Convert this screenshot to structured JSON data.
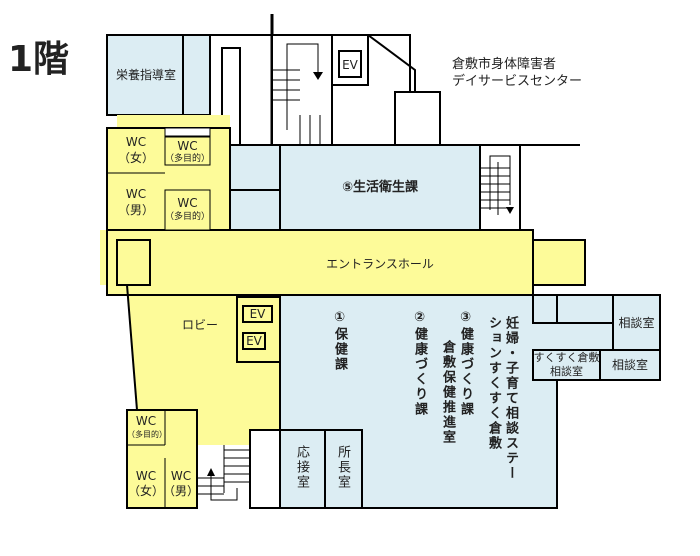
{
  "floor_label": "1階",
  "building_label": [
    "倉敷市身体障害者",
    "デイサービスセンター"
  ],
  "colors": {
    "office": "#dcedf3",
    "public": "#fdfb99",
    "line": "#000000"
  },
  "rooms": {
    "nutrition": "栄養指導室",
    "ev_top": "EV",
    "wc_f": [
      "WC",
      "（女）"
    ],
    "wc_multi1": [
      "WC",
      "（多目的）"
    ],
    "wc_m": [
      "WC",
      "（男）"
    ],
    "wc_multi2": [
      "WC",
      "（多目的）"
    ],
    "seikatsu": "⑤生活衛生課",
    "entrance": "エントランスホール",
    "lobby": "ロビー",
    "ev1": "EV",
    "ev2": "EV",
    "hoken": "①保健課",
    "kenko": "②健康づくり課",
    "kenko3": "③健康づくり課",
    "suishin": "倉敷保健推進室",
    "ninpu1": "妊婦・子育て相談ステー",
    "ninpu2": "ションすくすく倉敷",
    "soudan1": "相談室",
    "sukusuku": [
      "すくすく倉敷",
      "相談室"
    ],
    "soudan2": "相談室",
    "wc_multi3": [
      "WC",
      "（多目的）"
    ],
    "wc_f2": [
      "WC",
      "（女）"
    ],
    "wc_m2": [
      "WC",
      "（男）"
    ],
    "ousetsu": "応接室",
    "shochou": "所長室"
  }
}
